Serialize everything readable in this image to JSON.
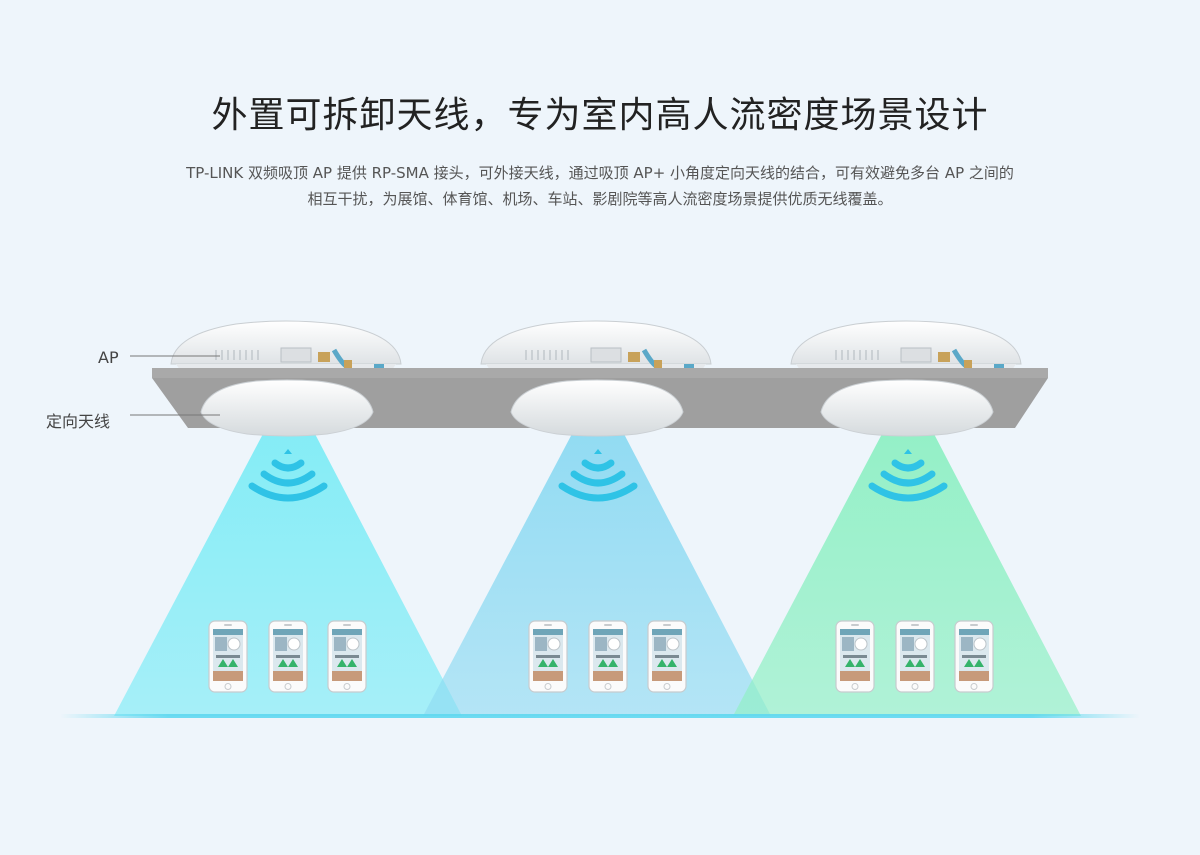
{
  "heading": {
    "title": "外置可拆卸天线，专为室内高人流密度场景设计",
    "description_line1": "TP-LINK 双频吸顶 AP 提供 RP-SMA 接头，可外接天线，通过吸顶 AP+ 小角度定向天线的结合，可有效避免多台 AP 之间的",
    "description_line2": "相互干扰，为展馆、体育馆、机场、车站、影剧院等高人流密度场景提供优质无线覆盖。"
  },
  "labels": {
    "ap": "AP",
    "antenna": "定向天线"
  },
  "units": [
    {
      "beam_color": "#7fecf6",
      "icon": "wifi-signal-icon"
    },
    {
      "beam_color": "#8ddaf2",
      "icon": "wifi-signal-icon"
    },
    {
      "beam_color": "#8ff0c4",
      "icon": "wifi-signal-icon"
    }
  ],
  "colors": {
    "ceiling": "#9f9f9f",
    "wifi_icon": "#2fc3e6",
    "floor_line": "#5fd8f0"
  }
}
